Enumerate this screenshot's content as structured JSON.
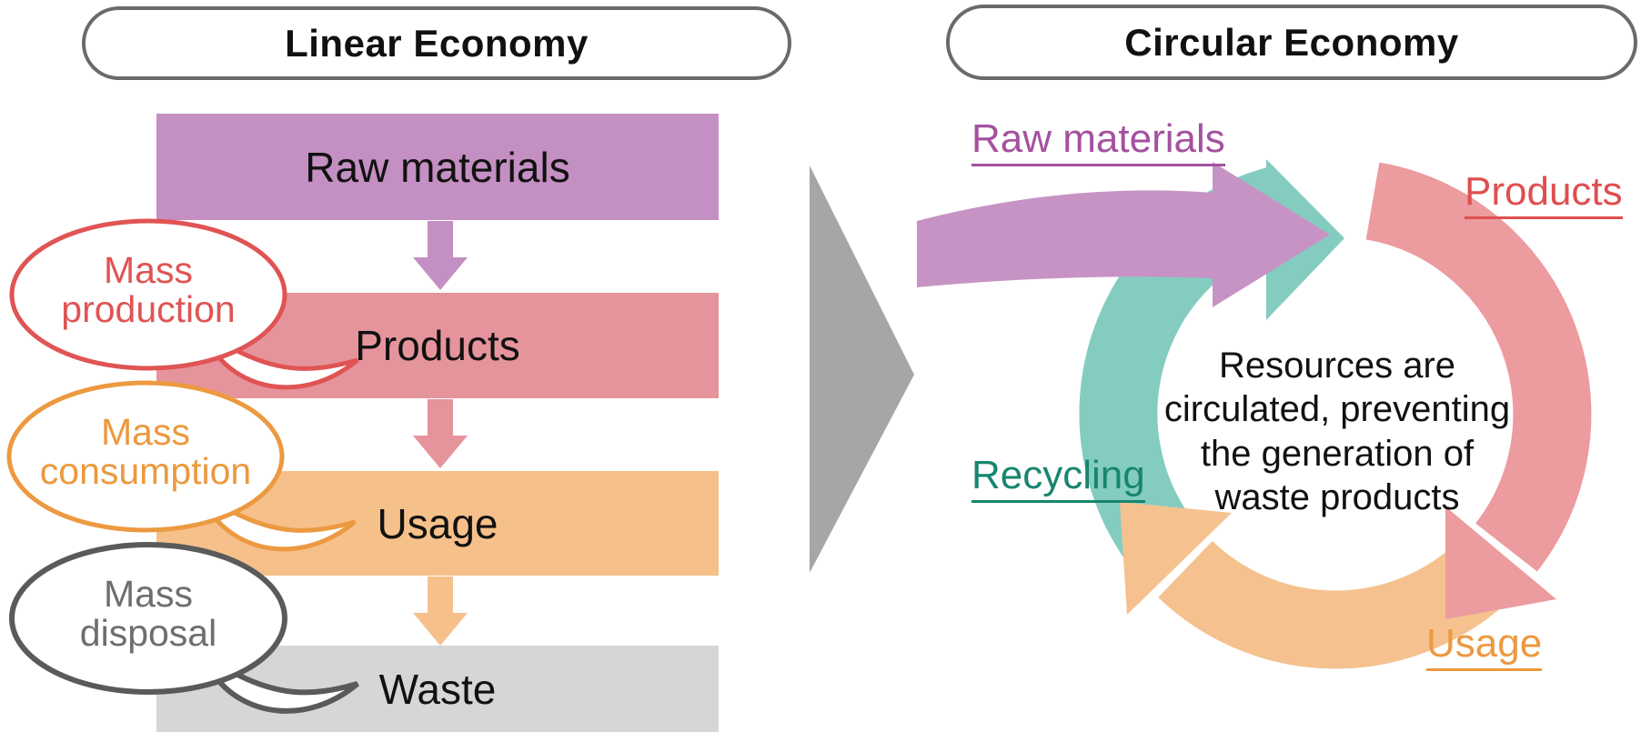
{
  "left_panel": {
    "title": "Linear Economy",
    "stages": [
      {
        "label": "Raw materials",
        "color": "#c48fc2"
      },
      {
        "label": "Products",
        "color": "#e6949c"
      },
      {
        "label": "Usage",
        "color": "#f6c08b"
      },
      {
        "label": "Waste",
        "color": "#d6d6d6"
      }
    ],
    "bubbles": [
      {
        "text": "Mass\nproduction",
        "color": "#e05454"
      },
      {
        "text": "Mass\nconsumption",
        "color": "#ec9940"
      },
      {
        "text": "Mass\ndisposal",
        "color": "#6e6e6e",
        "border_color": "#5a5a5a"
      }
    ]
  },
  "transition": {
    "icon": "large-right-triangle-arrow",
    "color": "#a6a6a6"
  },
  "right_panel": {
    "title": "Circular Economy",
    "labels": [
      {
        "text": "Raw materials",
        "color": "#a4519f"
      },
      {
        "text": "Products",
        "color": "#df4f4f"
      },
      {
        "text": "Usage",
        "color": "#ec9940"
      },
      {
        "text": "Recycling",
        "color": "#17856f"
      }
    ],
    "center_text": "Resources are\ncirculated, preventing\nthe generation of\nwaste products",
    "cycle_arc_colors": {
      "products_arc": "#ec9b9f",
      "usage_arc": "#f5c28f",
      "recycling_arc": "#84ccc0",
      "raw_materials_arrow": "#c693c4"
    }
  },
  "colors": {
    "pill_border": "#6a6a6a",
    "gray_transition_arrow": "#a6a6a6",
    "waste_gray": "#d6d6d6"
  }
}
